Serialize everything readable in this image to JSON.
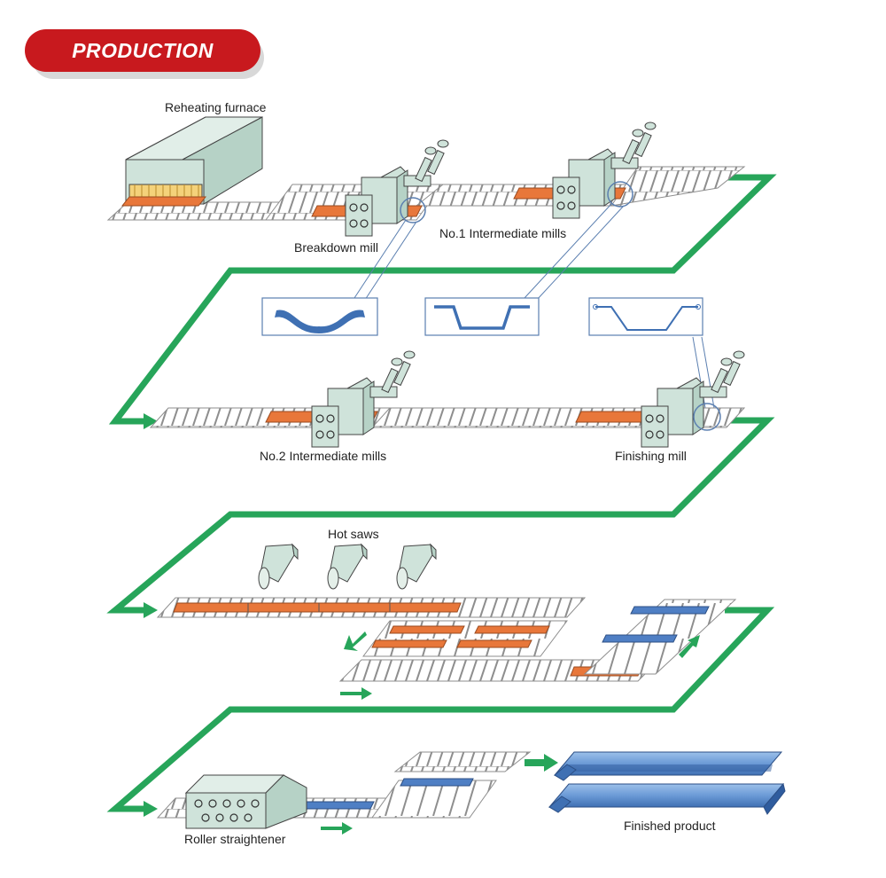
{
  "header": {
    "title": "PRODUCTION PROCESS"
  },
  "labels": {
    "reheating_furnace": "Reheating furnace",
    "breakdown_mill": "Breakdown mill",
    "intermediate_mills_1": "No.1 Intermediate mills",
    "intermediate_mills_2": "No.2 Intermediate mills",
    "finishing_mill": "Finishing mill",
    "hot_saws": "Hot saws",
    "roller_straightener": "Roller straightener",
    "finished_product": "Finished product"
  },
  "colors": {
    "header_red": "#c8191e",
    "flow_green": "#27a55a",
    "hot_steel_orange": "#e8773a",
    "finished_blue": "#4f7fc4",
    "machine_green": "#cfe3da",
    "conveyor_gray": "#9a9a9a",
    "callout_line": "#5b7fb0"
  },
  "icons": [
    "reheating-furnace-icon",
    "rolling-mill-icon",
    "hot-saw-icon",
    "roller-straightener-icon",
    "finished-sheet-pile-icon",
    "flow-arrow-icon",
    "section-profile-icon"
  ]
}
